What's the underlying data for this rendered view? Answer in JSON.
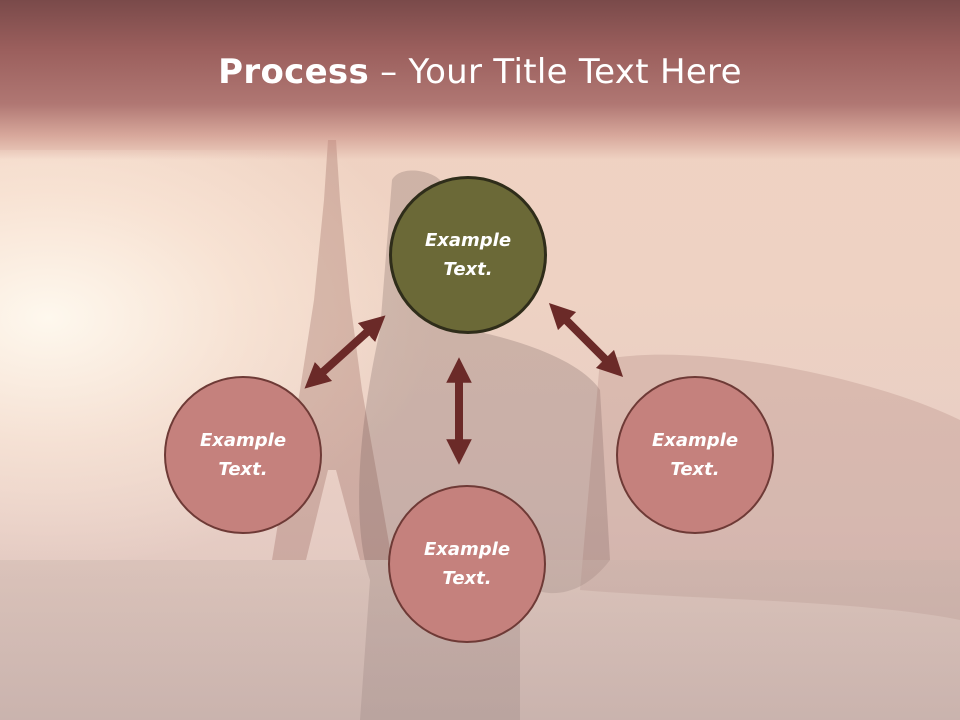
{
  "title": {
    "bold": "Process",
    "rest": " – Your Title Text Here"
  },
  "nodes": {
    "top": "Example\nText.",
    "left": "Example\nText.",
    "right": "Example\nText.",
    "bottom": "Example\nText."
  },
  "colors": {
    "header": "#9a5e5c",
    "node_fill": "#c5817d",
    "node_border": "#6e3a36",
    "center_fill": "#6b6937",
    "center_border": "#2f2d1a",
    "arrow": "#6b2a28"
  }
}
